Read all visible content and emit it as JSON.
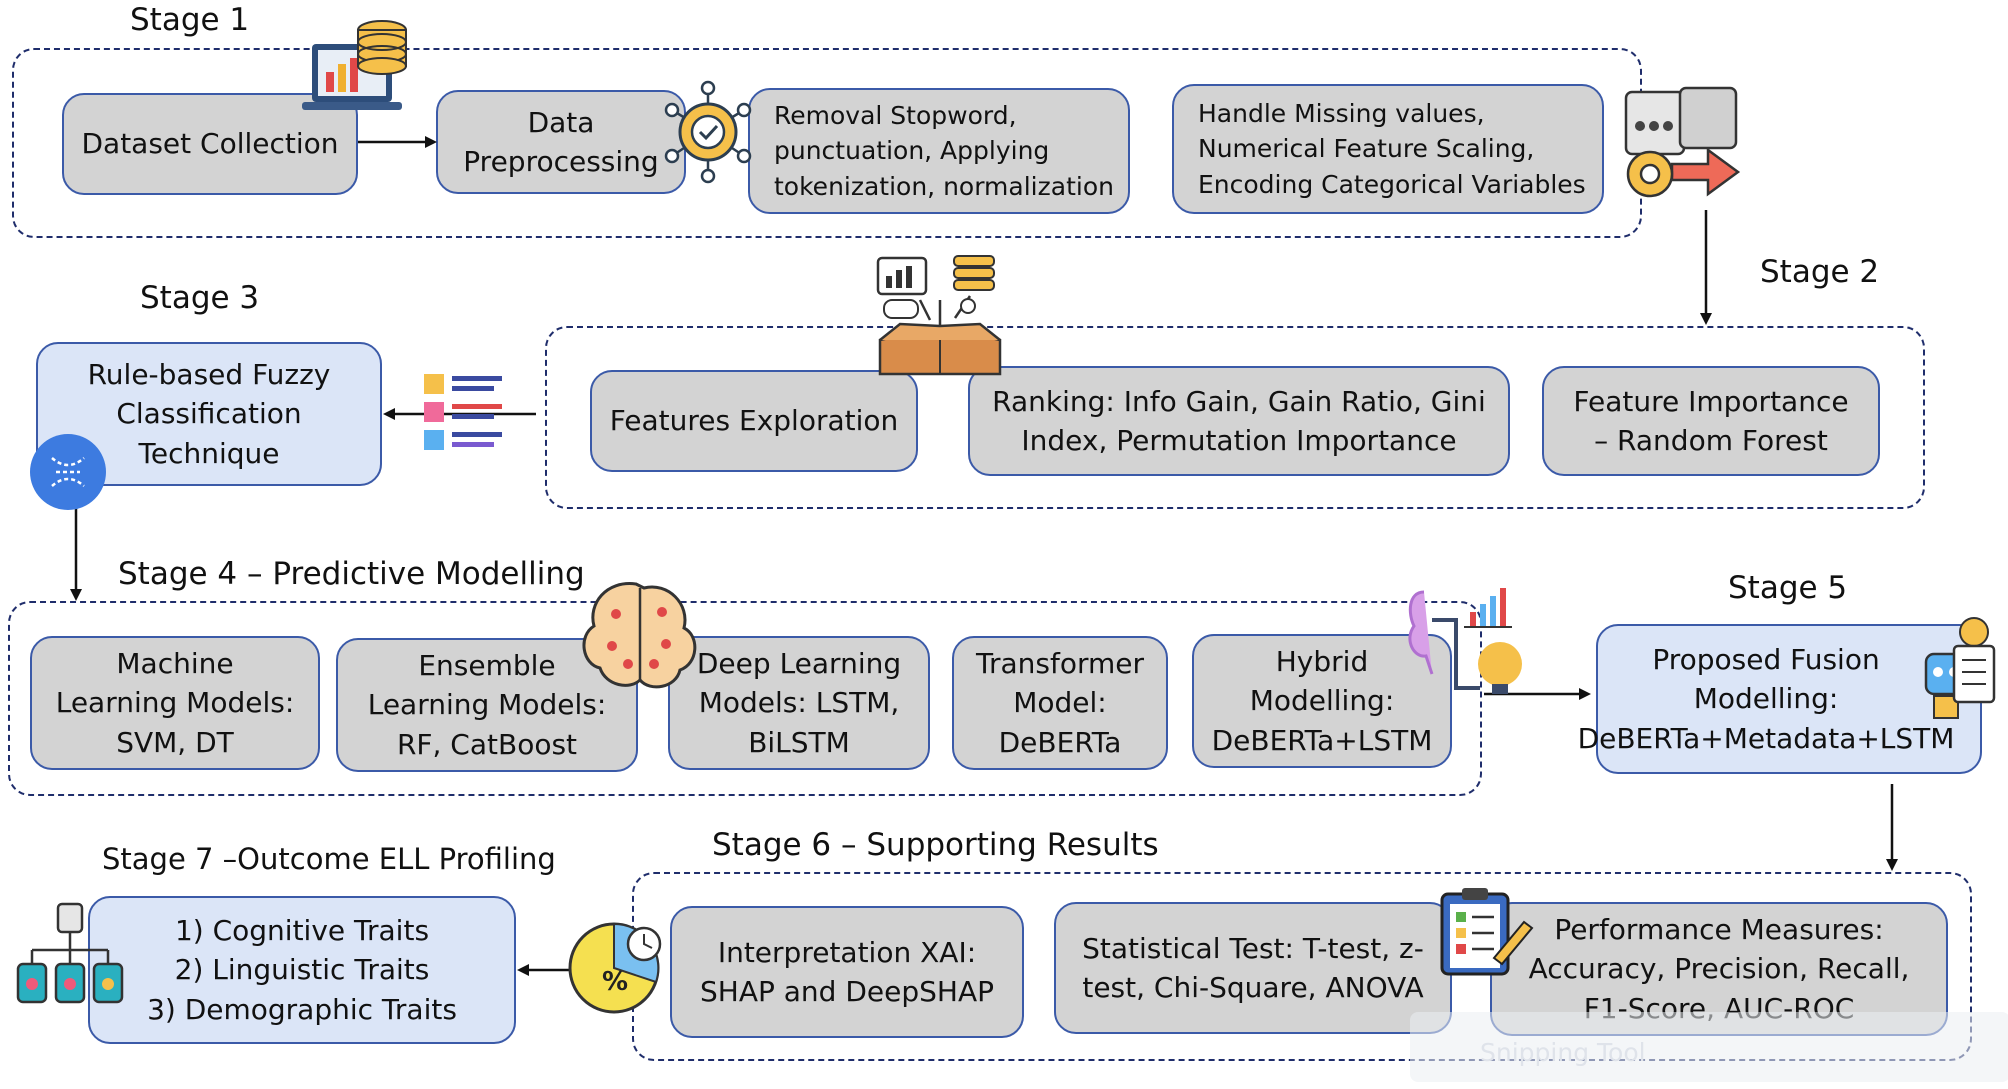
{
  "stages": {
    "s1": "Stage 1",
    "s2": "Stage 2",
    "s3": "Stage 3",
    "s4": "Stage 4 – Predictive Modelling",
    "s5": "Stage 5",
    "s6": "Stage 6 – Supporting Results",
    "s7": "Stage 7 –Outcome ELL Profiling"
  },
  "boxes": {
    "dataset_collection": "Dataset Collection",
    "data_preprocessing": "Data\nPreprocessing",
    "text_preprocessing": "Removal Stopword,\npunctuation, Applying\ntokenization, normalization",
    "tabular_preprocessing": "Handle Missing values,\nNumerical Feature Scaling,\nEncoding Categorical Variables",
    "features_exploration": "Features Exploration",
    "ranking": "Ranking: Info Gain, Gain Ratio, Gini\nIndex, Permutation Importance",
    "feature_importance": "Feature Importance\n– Random Forest",
    "fuzzy_classification": "Rule-based Fuzzy\nClassification\nTechnique",
    "ml_models": "Machine\nLearning Models:\nSVM, DT",
    "ensemble_models": "Ensemble\nLearning Models:\nRF, CatBoost",
    "deep_learning": "Deep Learning\nModels: LSTM,\nBiLSTM",
    "transformer": "Transformer\nModel:\nDeBERTa",
    "hybrid": "Hybrid\nModelling:\nDeBERTa+LSTM",
    "fusion": "Proposed Fusion\nModelling:\nDeBERTa+Metadata+LSTM",
    "xai": "Interpretation XAI:\nSHAP and DeepSHAP",
    "stat_test": "Statistical Test: T-test, z-\ntest, Chi-Square, ANOVA",
    "performance": "Performance Measures:\nAccuracy, Precision, Recall,\nF1-Score, AUC-ROC",
    "profiling": "1) Cognitive Traits\n2) Linguistic Traits\n3) Demographic Traits"
  },
  "watermark": "Snipping Tool",
  "icons": [
    "laptop-database-icon",
    "gear-network-icon",
    "puzzle-gear-arrow-icon",
    "data-box-icon",
    "color-list-icon",
    "fuzzy-circle-icon",
    "brain-circuit-icon",
    "head-lightbulb-chart-icon",
    "robot-checklist-icon",
    "pie-clock-icon",
    "hierarchy-people-icon",
    "clipboard-checklist-icon"
  ],
  "colors": {
    "dashed_border": "#1f2d6b",
    "box_border": "#3b5aa8",
    "box_gray": "#d3d3d3",
    "box_blue": "#dbe5f7"
  }
}
